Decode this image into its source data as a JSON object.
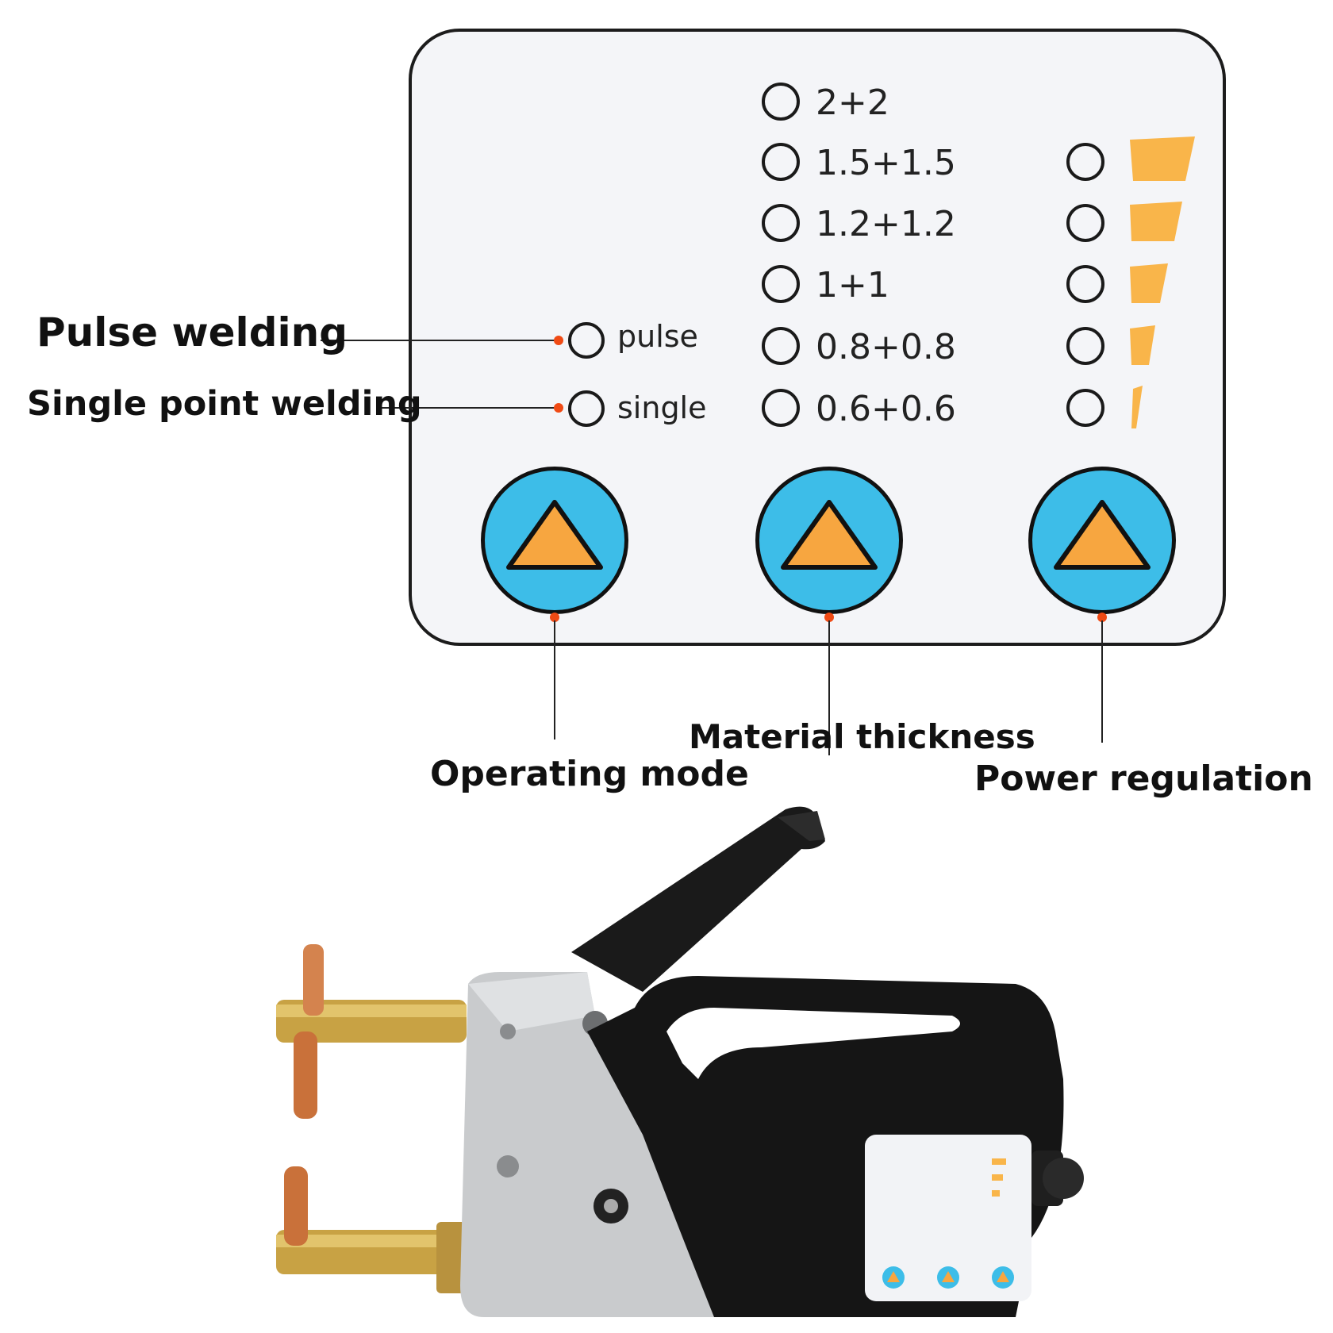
{
  "callouts": {
    "pulse_welding": "Pulse welding",
    "single_point_welding": "Single point welding",
    "operating_mode": "Operating mode",
    "material_thickness": "Material thickness",
    "power_regulation": "Power regulation"
  },
  "panel": {
    "mode_options": [
      "pulse",
      "single"
    ],
    "thickness_options": [
      "2+2",
      "1.5+1.5",
      "1.2+1.2",
      "1+1",
      "0.8+0.8",
      "0.6+0.6"
    ],
    "power_levels": 5,
    "buttons": [
      "operating-mode",
      "material-thickness",
      "power-regulation"
    ]
  },
  "colors": {
    "button_fill": "#3dbde8",
    "arrow_fill": "#f7a640",
    "power_bar": "#f9b54a",
    "marker_dot": "#f04a14"
  },
  "product": {
    "description_icon": "spot-welding-gun"
  }
}
